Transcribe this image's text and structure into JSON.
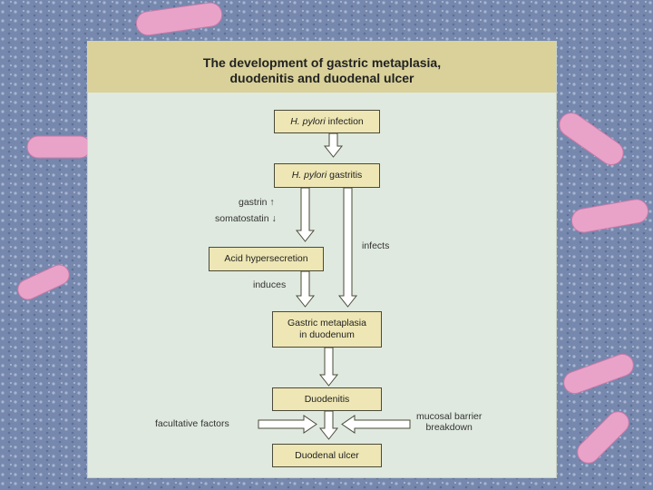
{
  "title_line1": "The development of gastric metaplasia,",
  "title_line2": "duodenitis and duodenal ulcer",
  "nodes": {
    "infection_italic": "H. pylori",
    "infection_rest": " infection",
    "gastritis_italic": "H. pylori",
    "gastritis_rest": " gastritis",
    "acid": "Acid hypersecretion",
    "metaplasia_line1": "Gastric metaplasia",
    "metaplasia_line2": "in duodenum",
    "duodenitis": "Duodenitis",
    "ulcer": "Duodenal ulcer"
  },
  "labels": {
    "gastrin": "gastrin ↑",
    "somatostatin": "somatostatin ↓",
    "infects": "infects",
    "induces": "induces",
    "facultative": "facultative factors",
    "mucosal_line1": "mucosal barrier",
    "mucosal_line2": "breakdown"
  },
  "colors": {
    "header": "#d9d199",
    "panel": "#dfe9df",
    "box": "#eee6b4"
  }
}
